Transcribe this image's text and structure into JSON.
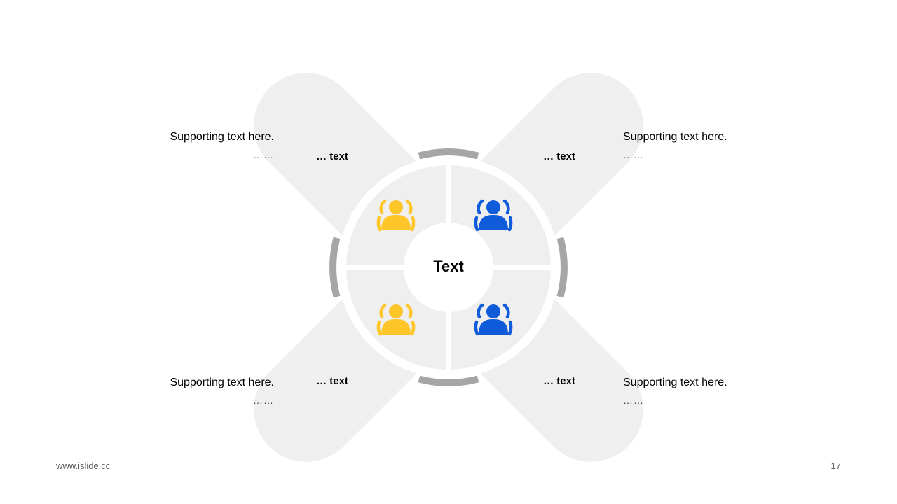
{
  "colors": {
    "petal": "#efefef",
    "ring": "#a6a6a6",
    "gap": "#ffffff",
    "yellow": "#ffc62a",
    "blue": "#0f5bd9"
  },
  "center": {
    "label": "Text"
  },
  "petals": [
    {
      "label": "… text",
      "heading": "Supporting text here.",
      "detail": "……",
      "icon": "user-group-icon",
      "color": "#ffc62a"
    },
    {
      "label": "… text",
      "heading": "Supporting text here.",
      "detail": "……",
      "icon": "user-group-icon",
      "color": "#0f5bd9"
    },
    {
      "label": "… text",
      "heading": "Supporting text here.",
      "detail": "……",
      "icon": "user-group-icon",
      "color": "#ffc62a"
    },
    {
      "label": "… text",
      "heading": "Supporting text here.",
      "detail": "……",
      "icon": "user-group-icon",
      "color": "#0f5bd9"
    }
  ],
  "footer": {
    "website": "www.islide.cc",
    "page_number": "17"
  }
}
